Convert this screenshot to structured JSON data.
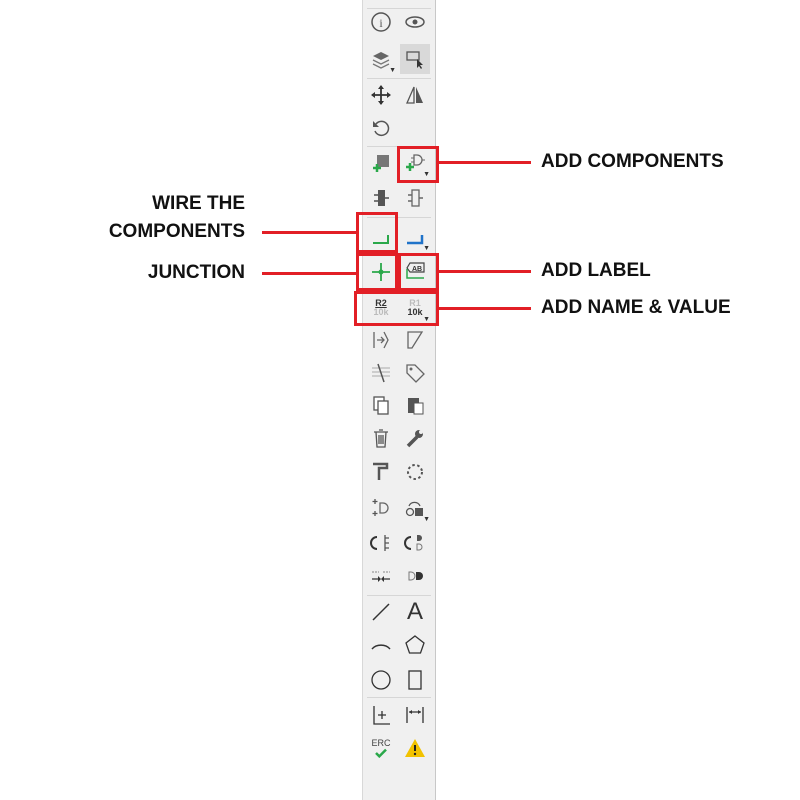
{
  "toolbar": {
    "name_value_icon": {
      "ref": "R2",
      "value": "10k",
      "ref_faded": "10k",
      "ref2": "R1"
    },
    "label_icon_text": "AB",
    "erc_text": "ERC",
    "text_tool": "A"
  },
  "annotations": {
    "add_components": "ADD COMPONENTS",
    "wire_line1": "WIRE THE",
    "wire_line2": "COMPONENTS",
    "junction": "JUNCTION",
    "add_label": "ADD LABEL",
    "add_name_value": "ADD NAME & VALUE"
  },
  "colors": {
    "highlight": "#e21f26",
    "wire_green": "#2aa84a",
    "wire_blue": "#1f73c9",
    "warning": "#f2c200"
  }
}
